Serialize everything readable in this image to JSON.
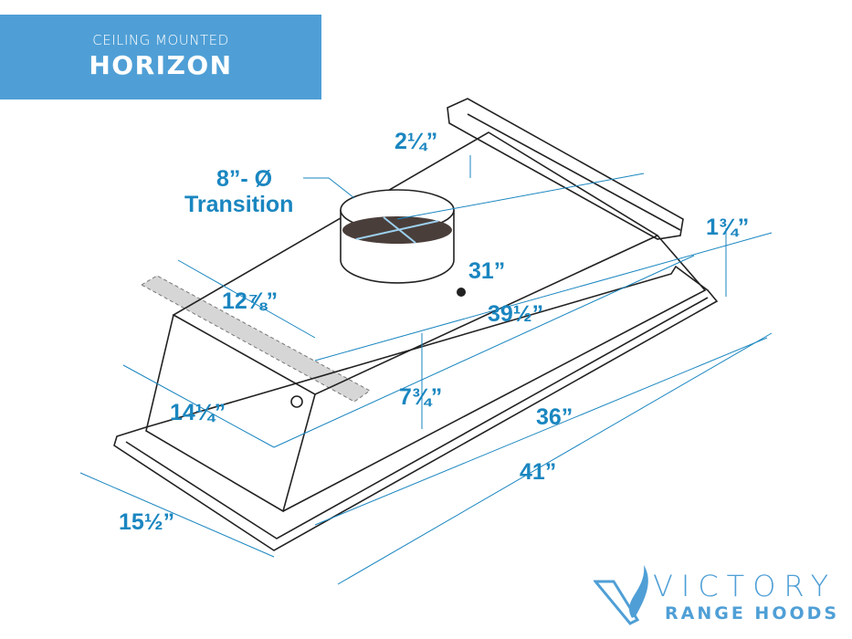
{
  "banner": {
    "subtitle": "CEILING MOUNTED",
    "title": "HORIZON",
    "color": "#4f9fd6"
  },
  "dimensions": {
    "duct_offset": "2¼”",
    "transition_size": "8”- Ø",
    "transition_label": "Transition",
    "bracket_height": "1¾”",
    "top_length": "31”",
    "top_width": "12⅞”",
    "body_length": "39½”",
    "height": "7¾”",
    "body_width": "14¼”",
    "inner_length": "36”",
    "overall_length": "41”",
    "overall_width": "15½”"
  },
  "dimension_color": "#1a86c0",
  "logo": {
    "line1": "VICTORY",
    "line2": "RANGE HOODS"
  }
}
